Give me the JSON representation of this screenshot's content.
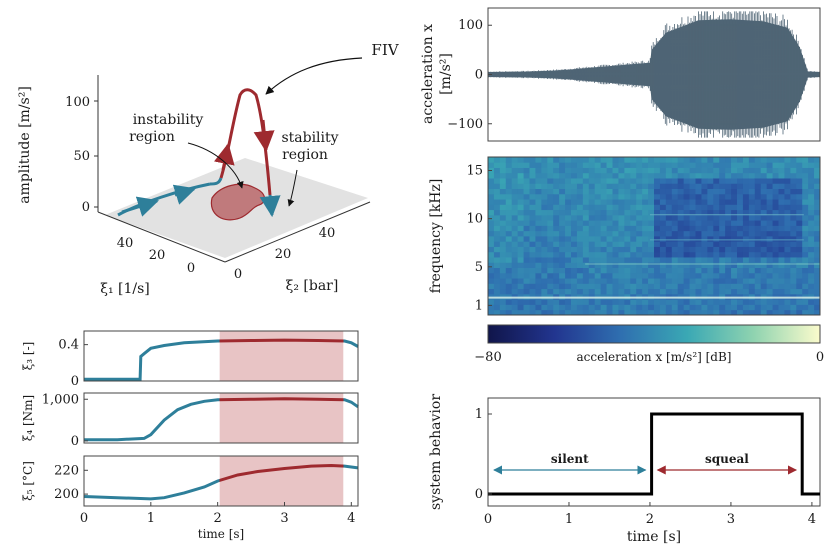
{
  "colors": {
    "teal": "#2e7f9a",
    "red": "#9e2a2f",
    "shade": "#e8c4c5",
    "dark": "#4f6575",
    "plane": "#e2e2e2"
  },
  "fiv_label": "FIV",
  "panel3d": {
    "z_label": "amplitude [m/s²]",
    "z_ticks": [
      "0",
      "50",
      "100"
    ],
    "x1_label": "ξ₁ [1/s]",
    "x1_ticks": [
      "40",
      "20",
      "0"
    ],
    "x2_label": "ξ₂ [bar]",
    "x2_ticks": [
      "0",
      "20",
      "40"
    ],
    "instability_label": [
      "instability",
      "region"
    ],
    "stability_label": [
      "stability",
      "region"
    ]
  },
  "time_axis": {
    "label": "time [s]",
    "ticks": [
      "0",
      "1",
      "2",
      "3",
      "4"
    ]
  },
  "chart_data": [
    {
      "type": "line",
      "id": "xi3",
      "ylabel": "ξ₃ [-]",
      "xlim": [
        0,
        4.1
      ],
      "ylim": [
        0,
        0.55
      ],
      "yticks": [
        "0",
        "0.4"
      ],
      "shade": [
        2.03,
        3.88
      ],
      "x": [
        0,
        0.5,
        0.84,
        0.85,
        0.9,
        1.0,
        1.2,
        1.5,
        2.0,
        2.5,
        3.0,
        3.5,
        3.9,
        4.0,
        4.1
      ],
      "y": [
        0.02,
        0.02,
        0.02,
        0.27,
        0.3,
        0.36,
        0.39,
        0.42,
        0.44,
        0.445,
        0.45,
        0.445,
        0.44,
        0.42,
        0.38
      ]
    },
    {
      "type": "line",
      "id": "xi4",
      "ylabel": "ξ₄ [Nm]",
      "xlim": [
        0,
        4.1
      ],
      "ylim": [
        -50,
        1150
      ],
      "yticks": [
        "0",
        "1,000"
      ],
      "shade": [
        2.03,
        3.88
      ],
      "x": [
        0,
        0.5,
        0.9,
        1.0,
        1.2,
        1.4,
        1.6,
        1.8,
        2.0,
        2.5,
        3.0,
        3.5,
        3.9,
        4.0,
        4.1
      ],
      "y": [
        30,
        30,
        60,
        150,
        500,
        750,
        880,
        950,
        990,
        1000,
        1010,
        1000,
        990,
        930,
        820
      ]
    },
    {
      "type": "line",
      "id": "xi5",
      "ylabel": "ξ₅ [°C]",
      "xlim": [
        0,
        4.1
      ],
      "ylim": [
        190,
        232
      ],
      "yticks": [
        "200",
        "220"
      ],
      "shade": [
        2.03,
        3.88
      ],
      "x": [
        0,
        0.5,
        1.0,
        1.2,
        1.5,
        1.8,
        2.0,
        2.3,
        2.6,
        3.0,
        3.4,
        3.7,
        3.9,
        4.1
      ],
      "y": [
        198,
        197,
        196,
        197,
        201,
        206,
        211,
        216,
        219,
        221.5,
        223.5,
        224,
        223.5,
        222
      ]
    },
    {
      "type": "area",
      "id": "accel",
      "ylabel": "acceleration x",
      "ylabel_unit": "[m/s²]",
      "xlim": [
        0,
        4.1
      ],
      "ylim": [
        -135,
        135
      ],
      "yticks": [
        "−100",
        "0",
        "100"
      ],
      "x": [
        0,
        0.5,
        0.8,
        1.0,
        1.5,
        2.0,
        2.02,
        2.2,
        2.6,
        3.0,
        3.4,
        3.7,
        3.85,
        3.95,
        4.1
      ],
      "envelope": [
        5,
        6,
        8,
        10,
        17,
        24,
        50,
        85,
        110,
        112,
        108,
        95,
        55,
        6,
        5
      ]
    },
    {
      "type": "heatmap",
      "id": "spectrogram",
      "ylabel": "frequency [kHz]",
      "xlim": [
        0,
        4.1
      ],
      "ylim": [
        0,
        16.4
      ],
      "yticks": [
        "1",
        "5",
        "10",
        "15"
      ],
      "colorbar": {
        "label": "acceleration x [m/s²] [dB]",
        "min": "−80",
        "max": "0"
      }
    },
    {
      "type": "line",
      "id": "behavior",
      "ylabel": "system behavior",
      "xlabel": "time [s]",
      "xlim": [
        0,
        4.1
      ],
      "ylim": [
        -0.15,
        1.2
      ],
      "yticks": [
        "0",
        "1"
      ],
      "xticks": [
        "0",
        "1",
        "2",
        "3",
        "4"
      ],
      "x": [
        0,
        2.02,
        2.02,
        3.88,
        3.88,
        4.1
      ],
      "y": [
        0,
        0,
        1,
        1,
        0,
        0
      ],
      "annotations": [
        {
          "text": "silent"
        },
        {
          "text": "squeal"
        }
      ]
    }
  ]
}
